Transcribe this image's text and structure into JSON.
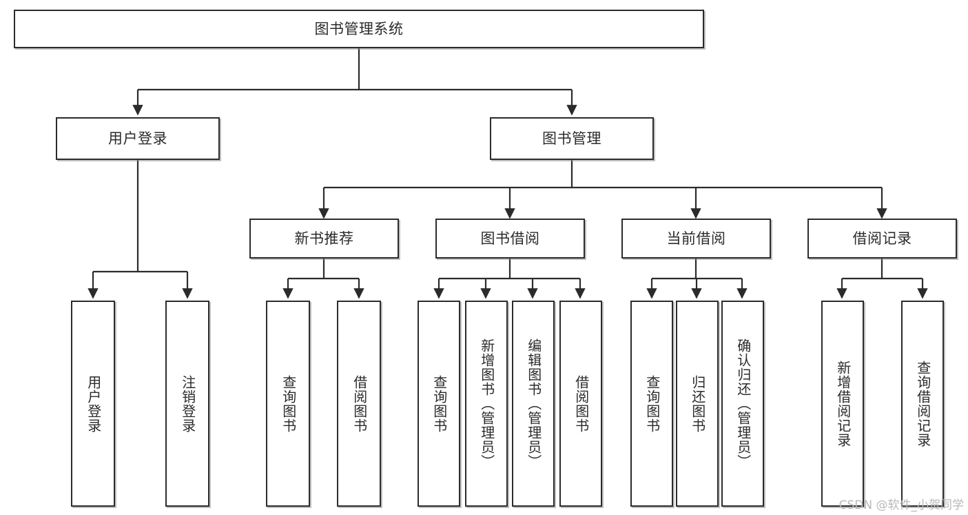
{
  "diagram": {
    "type": "tree",
    "title": "图书管理系统",
    "watermark": "CSDN @软件_小贺同学",
    "colors": {
      "box_border": "#2b2b2b",
      "box_fill": "#ffffff",
      "edge": "#2b2b2b",
      "text": "#2b2b2b",
      "watermark": "#b8b8b8"
    },
    "nodes": {
      "root": {
        "label": "图书管理系统",
        "level": 1,
        "orientation": "horizontal"
      },
      "l2_1": {
        "label": "用户登录",
        "level": 2,
        "orientation": "horizontal"
      },
      "l2_2": {
        "label": "图书管理",
        "level": 2,
        "orientation": "horizontal"
      },
      "l3_1": {
        "label": "新书推荐",
        "level": 3,
        "orientation": "horizontal"
      },
      "l3_2": {
        "label": "图书借阅",
        "level": 3,
        "orientation": "horizontal"
      },
      "l3_3": {
        "label": "当前借阅",
        "level": 3,
        "orientation": "horizontal"
      },
      "l3_4": {
        "label": "借阅记录",
        "level": 3,
        "orientation": "horizontal"
      },
      "leaf_1": {
        "label": "用户登录",
        "level": 4,
        "orientation": "vertical"
      },
      "leaf_2": {
        "label": "注销登录",
        "level": 4,
        "orientation": "vertical"
      },
      "leaf_3": {
        "label": "查询图书",
        "level": 4,
        "orientation": "vertical"
      },
      "leaf_4": {
        "label": "借阅图书",
        "level": 4,
        "orientation": "vertical"
      },
      "leaf_5": {
        "label": "查询图书",
        "level": 4,
        "orientation": "vertical"
      },
      "leaf_6": {
        "label": "新增图书（管理员）",
        "level": 4,
        "orientation": "vertical"
      },
      "leaf_7": {
        "label": "编辑图书（管理员）",
        "level": 4,
        "orientation": "vertical"
      },
      "leaf_8": {
        "label": "借阅图书",
        "level": 4,
        "orientation": "vertical"
      },
      "leaf_9": {
        "label": "查询图书",
        "level": 4,
        "orientation": "vertical"
      },
      "leaf_10": {
        "label": "归还图书",
        "level": 4,
        "orientation": "vertical"
      },
      "leaf_11": {
        "label": "确认归还（管理员）",
        "level": 4,
        "orientation": "vertical"
      },
      "leaf_12": {
        "label": "新增借阅记录",
        "level": 4,
        "orientation": "vertical"
      },
      "leaf_13": {
        "label": "查询借阅记录",
        "level": 4,
        "orientation": "vertical"
      }
    },
    "edges": [
      {
        "from": "root",
        "to": "l2_1"
      },
      {
        "from": "root",
        "to": "l2_2"
      },
      {
        "from": "l2_1",
        "to": "leaf_1"
      },
      {
        "from": "l2_1",
        "to": "leaf_2"
      },
      {
        "from": "l2_2",
        "to": "l3_1"
      },
      {
        "from": "l2_2",
        "to": "l3_2"
      },
      {
        "from": "l2_2",
        "to": "l3_3"
      },
      {
        "from": "l2_2",
        "to": "l3_4"
      },
      {
        "from": "l3_1",
        "to": "leaf_3"
      },
      {
        "from": "l3_1",
        "to": "leaf_4"
      },
      {
        "from": "l3_2",
        "to": "leaf_5"
      },
      {
        "from": "l3_2",
        "to": "leaf_6"
      },
      {
        "from": "l3_2",
        "to": "leaf_7"
      },
      {
        "from": "l3_2",
        "to": "leaf_8"
      },
      {
        "from": "l3_3",
        "to": "leaf_9"
      },
      {
        "from": "l3_3",
        "to": "leaf_10"
      },
      {
        "from": "l3_3",
        "to": "leaf_11"
      },
      {
        "from": "l3_4",
        "to": "leaf_12"
      },
      {
        "from": "l3_4",
        "to": "leaf_13"
      }
    ]
  }
}
